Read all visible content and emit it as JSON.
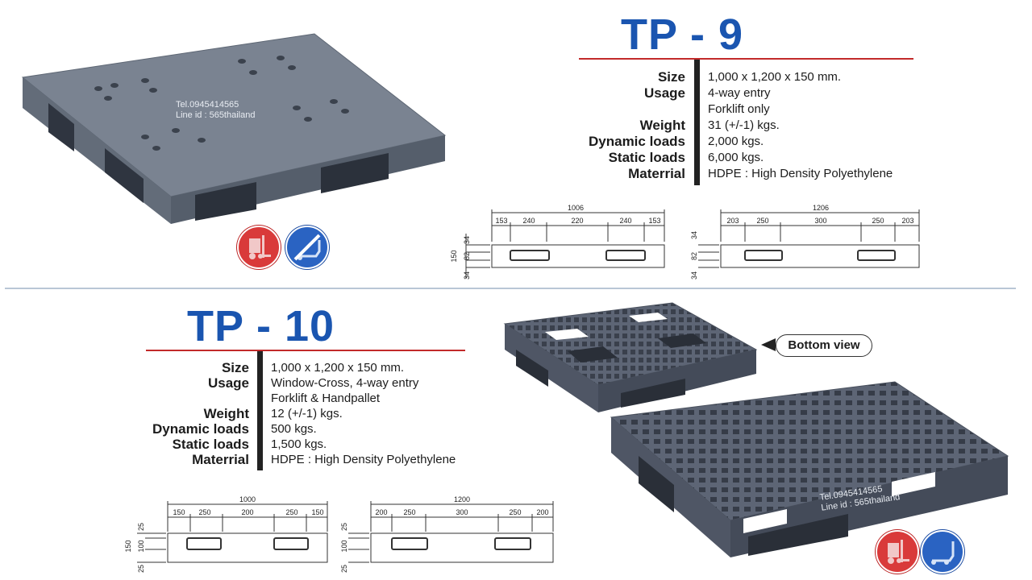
{
  "tp9": {
    "title": "TP - 9",
    "specs": [
      {
        "label": "Size",
        "value": "1,000 x 1,200 x 150 mm."
      },
      {
        "label": "Usage",
        "value": "4-way entry"
      },
      {
        "label": "",
        "value": "Forklift only"
      },
      {
        "label": "Weight",
        "value": "31 (+/-1) kgs."
      },
      {
        "label": "Dynamic loads",
        "value": "2,000 kgs."
      },
      {
        "label": "Static loads",
        "value": "6,000 kgs."
      },
      {
        "label": "Materrial",
        "value": "HDPE : High Density Polyethylene"
      }
    ],
    "watermark": {
      "tel": "Tel.0945414565",
      "line": "Line id : 565thailand"
    },
    "drawing_left": {
      "overall": "1006",
      "segments": [
        "153",
        "240",
        "220",
        "240",
        "153"
      ],
      "height_total": "150",
      "height_parts": [
        "34",
        "82",
        "34"
      ]
    },
    "drawing_right": {
      "overall": "1206",
      "segments": [
        "203",
        "250",
        "300",
        "250",
        "203"
      ],
      "height_parts": [
        "34",
        "82",
        "34"
      ]
    }
  },
  "tp10": {
    "title": "TP - 10",
    "specs": [
      {
        "label": "Size",
        "value": "1,000 x 1,200 x 150 mm."
      },
      {
        "label": "Usage",
        "value": "Window-Cross, 4-way entry"
      },
      {
        "label": "",
        "value": "Forklift & Handpallet"
      },
      {
        "label": "Weight",
        "value": "12 (+/-1) kgs."
      },
      {
        "label": "Dynamic loads",
        "value": "500 kgs."
      },
      {
        "label": "Static loads",
        "value": "1,500 kgs."
      },
      {
        "label": "Materrial",
        "value": "HDPE : High Density Polyethylene"
      }
    ],
    "bottom_view_label": "Bottom view",
    "watermark": {
      "tel": "Tel.0945414565",
      "line": "Line id : 565thailand"
    },
    "drawing_left": {
      "overall": "1000",
      "segments": [
        "150",
        "250",
        "200",
        "250",
        "150"
      ],
      "height_total": "150",
      "height_parts": [
        "25",
        "100",
        "25"
      ]
    },
    "drawing_right": {
      "overall": "1200",
      "segments": [
        "200",
        "250",
        "300",
        "250",
        "200"
      ],
      "height_parts": [
        "25",
        "100",
        "25"
      ]
    }
  },
  "colors": {
    "title_blue": "#1a55b0",
    "rule_red": "#c22a2a",
    "pallet_tp9": "#707a88",
    "pallet_tp10": "#5a6272"
  },
  "icons": [
    "forklift-icon",
    "handpallet-prohibited-icon",
    "handpallet-icon"
  ]
}
